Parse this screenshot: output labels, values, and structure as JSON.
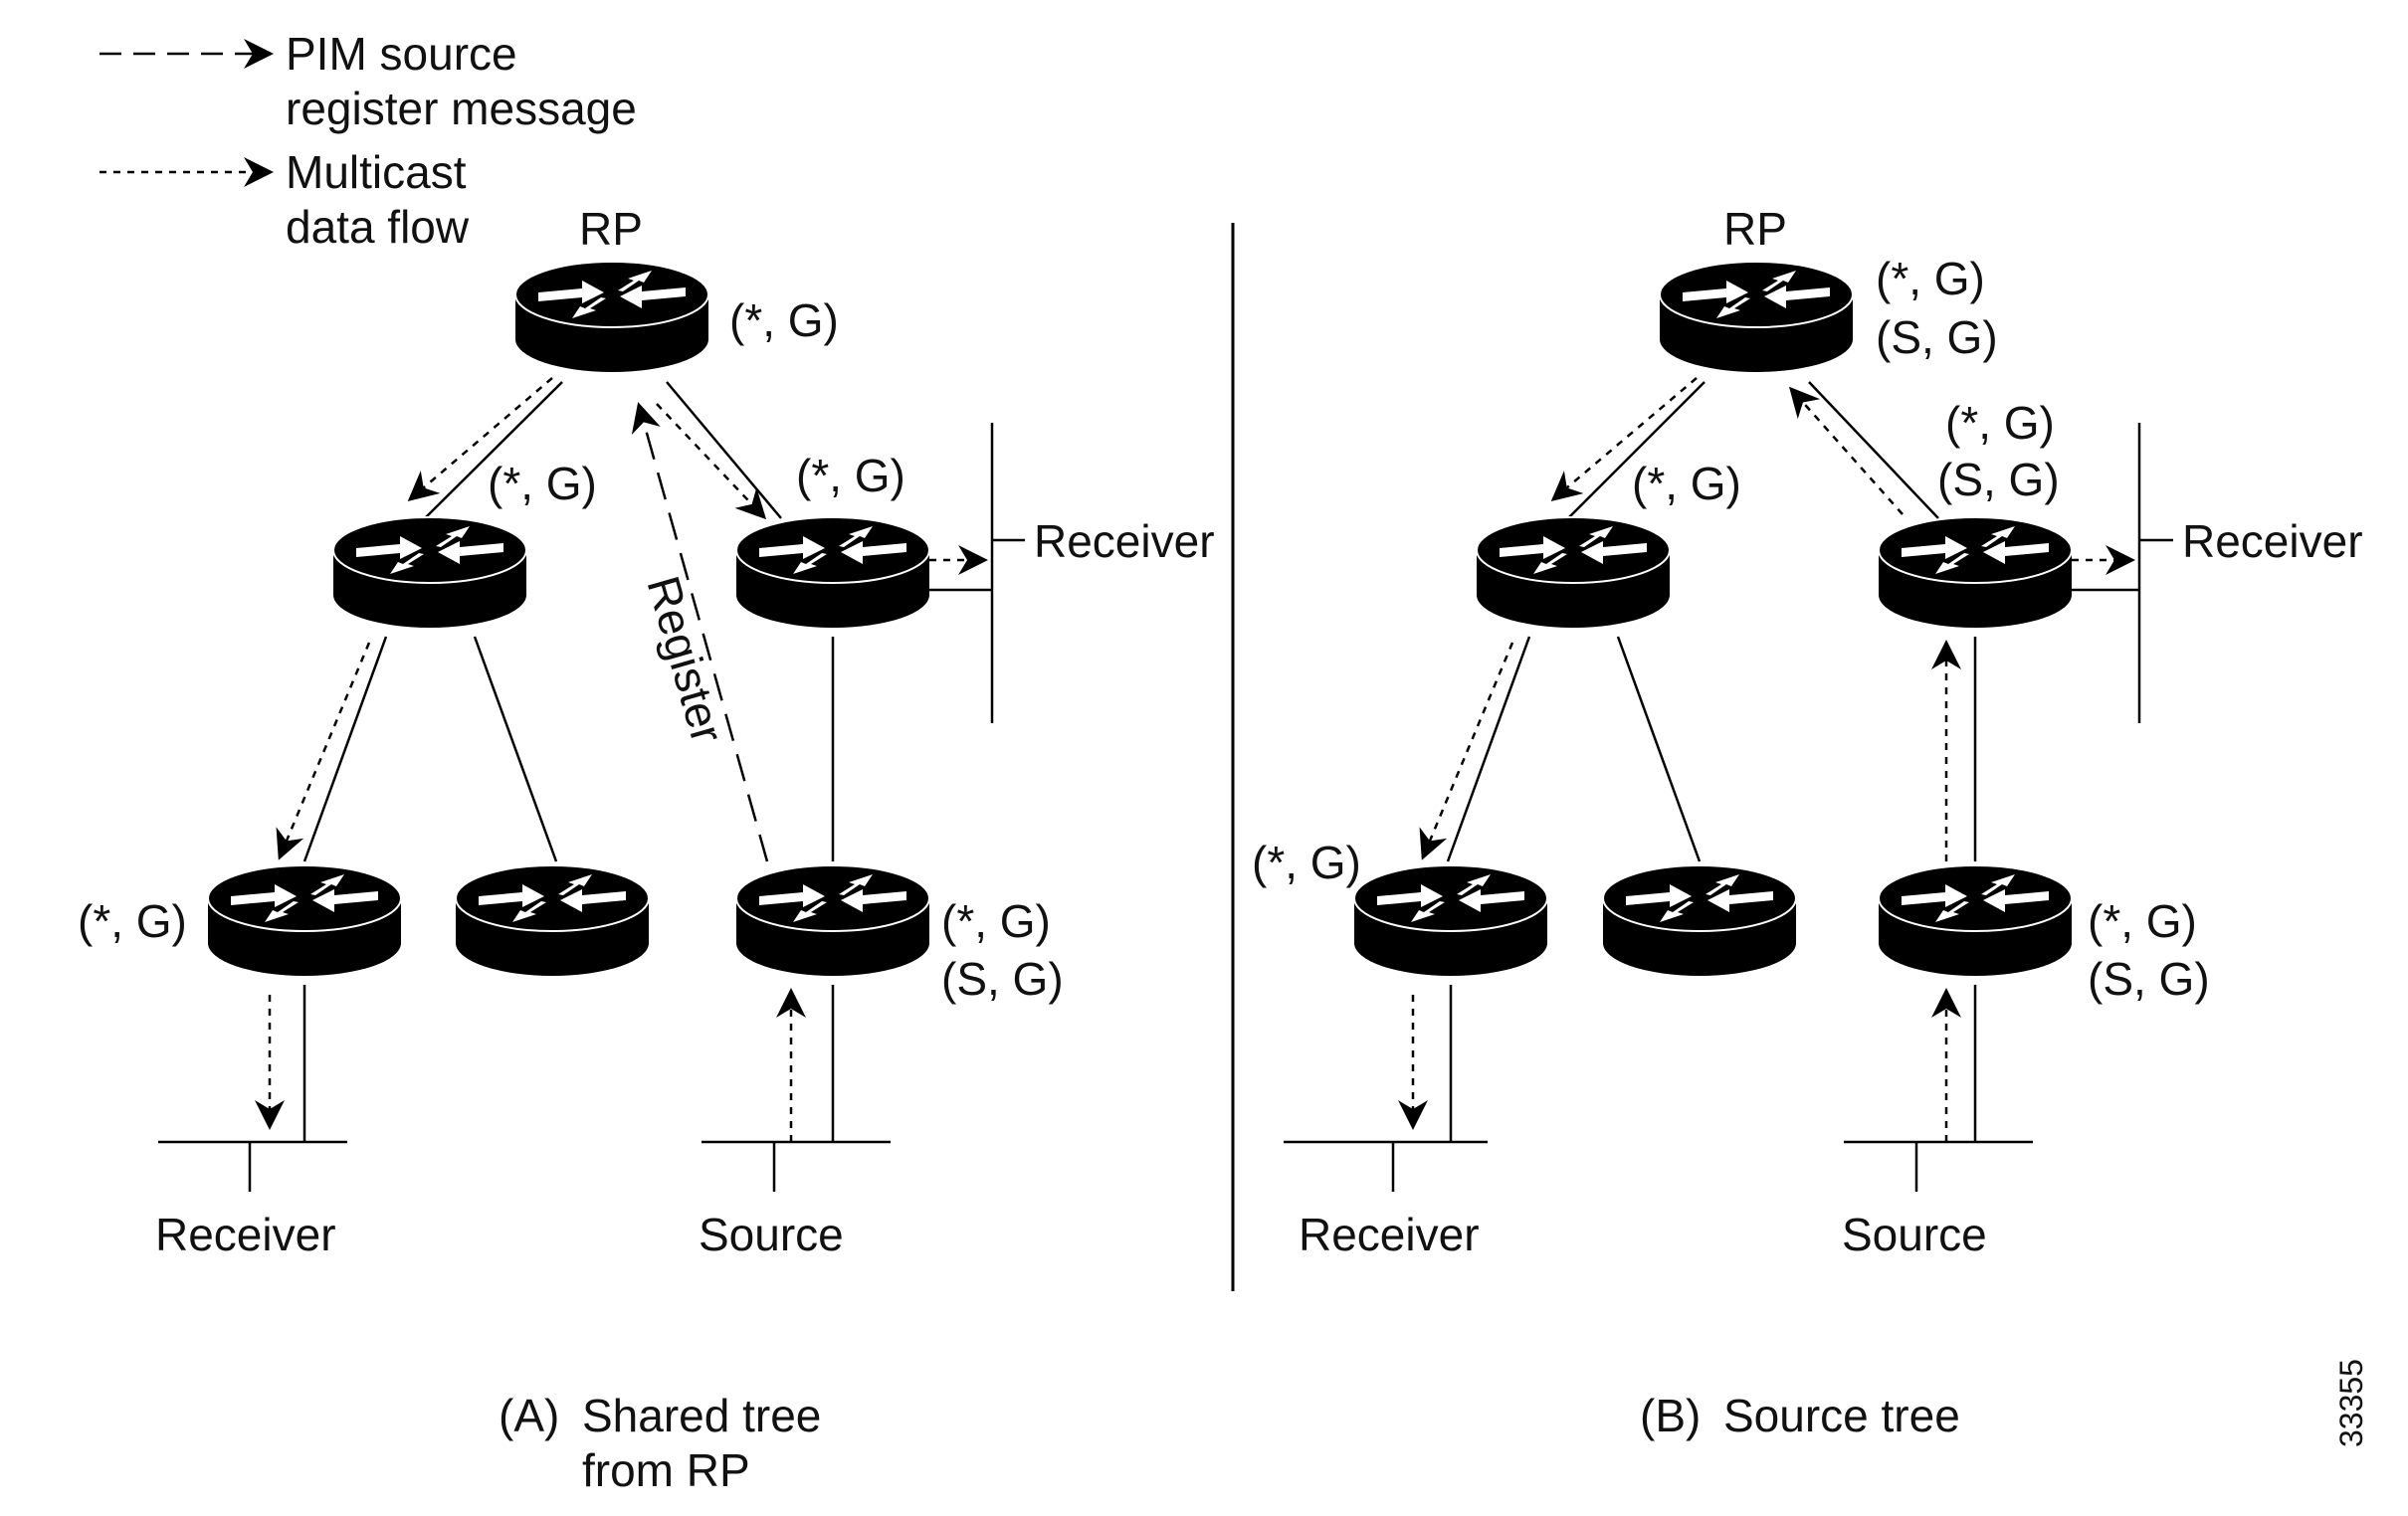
{
  "legend": {
    "register_line1": "PIM source",
    "register_line2": "register message",
    "data_line1": "Multicast",
    "data_line2": "data flow"
  },
  "panel_a": {
    "rp_label": "RP",
    "rp_state": "(*, G)",
    "left_router_state": "(*, G)",
    "right_router_state": "(*, G)",
    "bottom_left_state": "(*, G)",
    "source_router_state_1": "(*, G)",
    "source_router_state_2": "(S, G)",
    "register_label": "Register",
    "receiver_side_label": "Receiver",
    "receiver_bottom_label": "Receiver",
    "source_label": "Source",
    "caption_letter": "(A)",
    "caption_line1": "Shared tree",
    "caption_line2": "from RP"
  },
  "panel_b": {
    "rp_label": "RP",
    "rp_state_1": "(*, G)",
    "rp_state_2": "(S, G)",
    "left_router_state": "(*, G)",
    "right_router_state_1": "(*, G)",
    "right_router_state_2": "(S, G)",
    "bottom_left_state": "(*, G)",
    "source_router_state_1": "(*, G)",
    "source_router_state_2": "(S, G)",
    "receiver_side_label": "Receiver",
    "receiver_bottom_label": "Receiver",
    "source_label": "Source",
    "caption_letter": "(B)",
    "caption_line1": "Source tree"
  },
  "figure_number": "33355"
}
